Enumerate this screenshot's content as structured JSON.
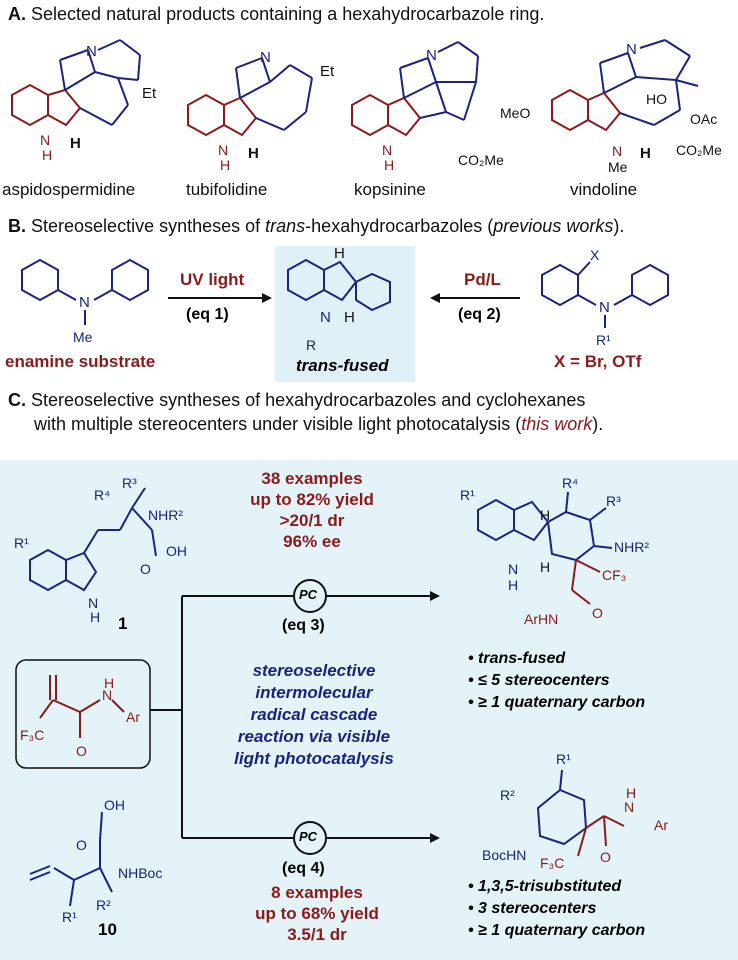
{
  "sectionA": {
    "letter": "A.",
    "title": "Selected natural products containing a hexahydrocarbazole ring.",
    "products": [
      "aspidospermidine",
      "tubifolidine",
      "kopsinine",
      "vindoline"
    ],
    "atoms": {
      "N": "N",
      "NH": "N",
      "H": "H",
      "Et": "Et",
      "CO2Me": "CO₂Me",
      "MeO": "MeO",
      "HO": "HO",
      "OAc": "OAc",
      "Me": "Me",
      "Hlbl": "H"
    }
  },
  "sectionB": {
    "letter": "B.",
    "title_pre": "Stereoselective syntheses of ",
    "title_it": "trans",
    "title_mid": "-hexahydrocarbazoles (",
    "title_it2": "previous works",
    "title_post": ").",
    "uv": "UV light",
    "eq1": "(eq 1)",
    "pdl": "Pd/L",
    "eq2": "(eq 2)",
    "enamine": "enamine substrate",
    "transfused": "trans-fused",
    "xlabel": "X = Br, OTf",
    "atoms": {
      "N": "N",
      "Me": "Me",
      "R": "R",
      "H": "H",
      "X": "X",
      "R1": "R¹"
    }
  },
  "sectionC": {
    "letter": "C.",
    "line1": "Stereoselective syntheses of hexahydrocarbazoles and cyclohexanes",
    "line2_pre": "with multiple stereocenters under visible light photocatalysis (",
    "line2_it": "this work",
    "line2_post": ").",
    "stats1": [
      "38 examples",
      "up to 82% yield",
      ">20/1 dr",
      "96% ee"
    ],
    "pc": "PC",
    "eq3": "(eq 3)",
    "eq4": "(eq 4)",
    "center": [
      "stereoselective",
      "intermolecular",
      "radical cascade",
      "reaction via visible",
      "light photocatalysis"
    ],
    "stats2": [
      "8 examples",
      "up to 68% yield",
      "3.5/1 dr"
    ],
    "bullets1": [
      "• trans-fused",
      "• ≤ 5 stereocenters",
      "• ≥ 1 quaternary carbon"
    ],
    "bullets2": [
      "• 1,3,5-trisubstituted",
      "• 3 stereocenters",
      "• ≥ 1 quaternary carbon"
    ],
    "compound1": "1",
    "compound10": "10",
    "atoms": {
      "R4": "R⁴",
      "R3": "R³",
      "NHR2": "NHR²",
      "OH": "OH",
      "O": "O",
      "R1": "R¹",
      "NH": "N",
      "Hn": "H",
      "CF3": "CF₃",
      "F3C": "F₃C",
      "Ar": "Ar",
      "ArHN": "ArHN",
      "N": "N",
      "H": "H",
      "R2": "R²",
      "NHBoc": "NHBoc",
      "BocHN": "BocHN",
      "Hd": "H"
    }
  },
  "colors": {
    "structure": "#1a237e",
    "highlight": "#8b1a1a",
    "panel": "#e3f3f8"
  }
}
